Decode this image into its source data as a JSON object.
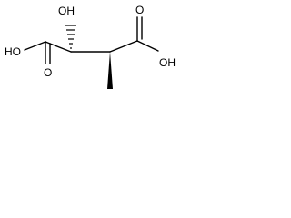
{
  "structure": {
    "atom_labels": {
      "oh_left": "HO",
      "oh_top": "OH",
      "oh_right": "OH",
      "o_left": "O",
      "o_right": "O"
    },
    "colors": {
      "background": "#ffffff",
      "bond": "#000000",
      "text": "#000000"
    }
  }
}
